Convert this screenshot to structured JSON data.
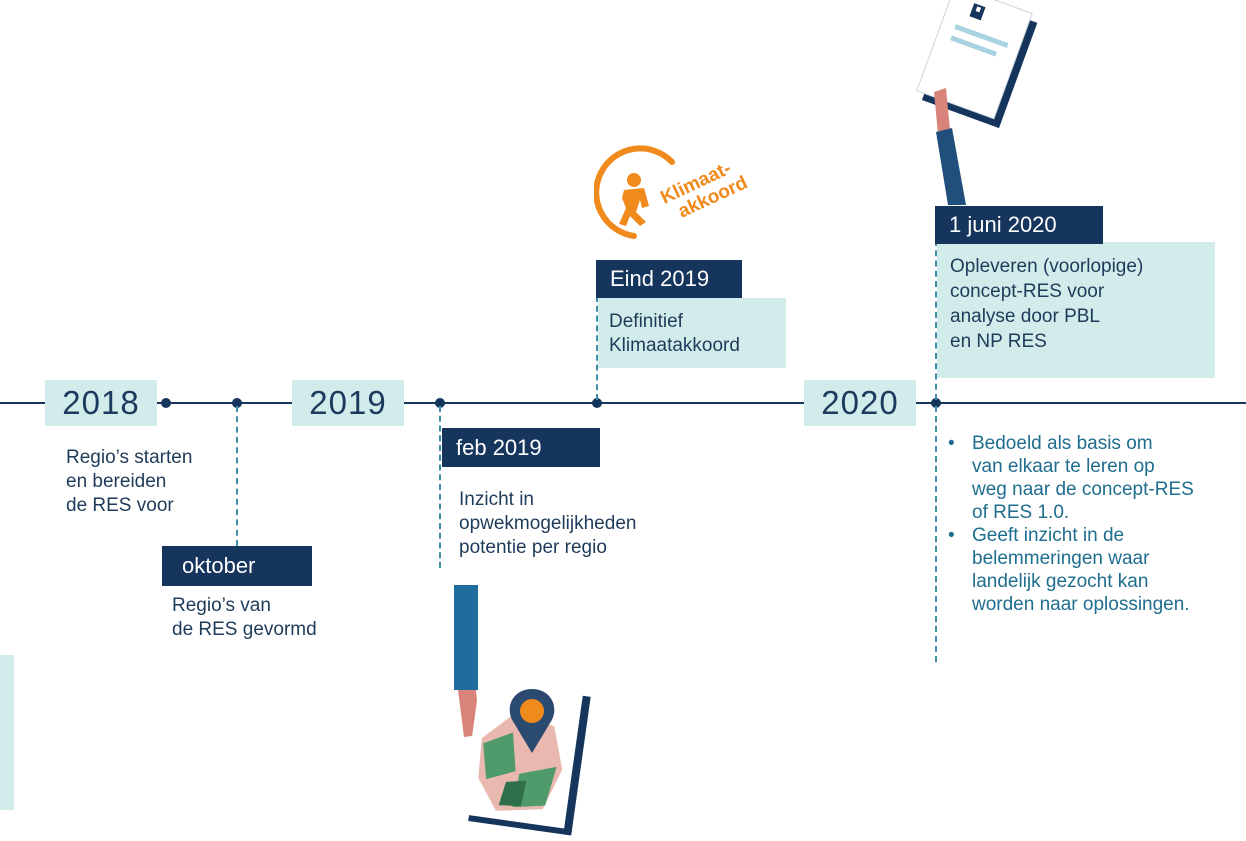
{
  "years": [
    "2018",
    "2019",
    "2020"
  ],
  "milestones": {
    "oktober": {
      "label": "oktober",
      "text": [
        "Regio’s van",
        "de RES gevormd"
      ]
    },
    "feb2019": {
      "label": "feb 2019",
      "text": [
        "Inzicht in",
        "opwekmogelijkheden",
        "potentie per regio"
      ]
    },
    "eind2019": {
      "label": "Eind 2019",
      "text": [
        "Definitief",
        "Klimaatakkoord"
      ]
    },
    "juni2020": {
      "label": "1 juni 2020",
      "text": [
        "Opleveren (voorlopige)",
        "concept-RES voor",
        "analyse door PBL",
        "en NP RES"
      ]
    }
  },
  "start_text": [
    "Regio’s starten",
    "en bereiden",
    "de RES voor"
  ],
  "bullets": [
    [
      "Bedoeld als basis om",
      "van elkaar te leren op",
      "weg naar de concept-RES",
      "of RES 1.0."
    ],
    [
      "Geeft inzicht in de",
      "belemmeringen waar",
      "landelijk gezocht kan",
      "worden naar oplossingen."
    ]
  ],
  "logo": {
    "line1": "Klimaat-",
    "line2": "akkoord"
  },
  "colors": {
    "navy": "#16355d",
    "light": "#d2ebeb",
    "orange": "#f08a1c",
    "teal": "#3f8fa9"
  }
}
